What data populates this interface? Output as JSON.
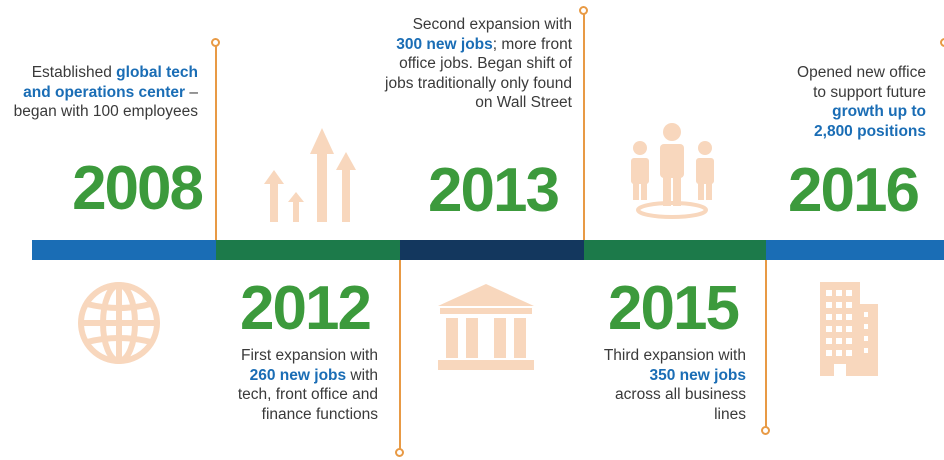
{
  "colors": {
    "year_green": "#3c9a3c",
    "highlight_blue": "#1a6db5",
    "connector_orange": "#e89a45",
    "icon_peach": "#f8d7bd",
    "bar_blue": "#1a6db5",
    "bar_green": "#1c7a4a",
    "bar_navy": "#13375e"
  },
  "timeline": {
    "milestones": [
      {
        "year": "2008",
        "desc": {
          "a": "Established ",
          "b": "global tech and operations center",
          "c": " – began with 100 employees"
        },
        "icon": "globe-icon"
      },
      {
        "year": "2012",
        "desc": {
          "a": "First expansion with ",
          "b": "260 new jobs",
          "c": " with tech, front office and finance functions"
        },
        "icon": "growth-arrows-icon"
      },
      {
        "year": "2013",
        "desc": {
          "a": "Second expansion with ",
          "b": "300 new jobs",
          "c": "; more front office jobs. Began shift of jobs traditionally only found on Wall Street"
        },
        "icon": "bank-building-icon"
      },
      {
        "year": "2015",
        "desc": {
          "a": "Third expansion with ",
          "b": "350 new jobs",
          "c": " across all business lines"
        },
        "icon": "people-icon"
      },
      {
        "year": "2016",
        "desc": {
          "a": "Opened new office to support future ",
          "b": "growth up to 2,800 positions",
          "c": ""
        },
        "icon": "office-tower-icon"
      }
    ]
  }
}
